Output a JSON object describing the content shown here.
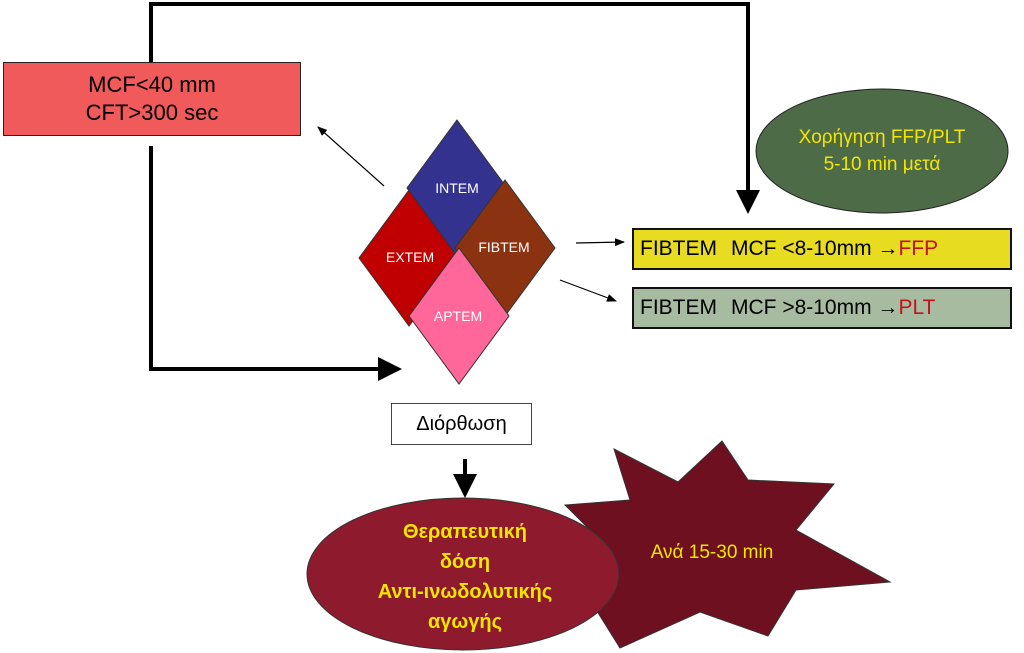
{
  "top_left_box": {
    "line1": "MCF<40 mm",
    "line2": "CFT>300 sec"
  },
  "diamonds": {
    "intem": "INTEM",
    "extem": "EXTEM",
    "fibtem": "FIBTEM",
    "aptem": "APTEM"
  },
  "administration_ellipse": {
    "line1": "Χορήγηση FFP/PLT",
    "line2": "5-10 min μετά"
  },
  "fibtem_ffp": {
    "prefix": "FIBTEM",
    "condition": "MCF <8-10mm →",
    "result": "FFP"
  },
  "fibtem_plt": {
    "prefix": "FIBTEM",
    "condition": "MCF >8-10mm →",
    "result": "PLT"
  },
  "correction": "Διόρθωση",
  "therapy_ellipse": {
    "line1": "Θεραπευτική",
    "line2": "δόση",
    "line3": "Αντι-ινωδολυτικής",
    "line4": "αγωγής"
  },
  "star_text": "Ανά 15-30 min",
  "colors": {
    "red_box": "#f05a5a",
    "intem": "#33338f",
    "extem": "#c00000",
    "fibtem": "#8b3210",
    "aptem": "#ff6699",
    "admin_ellipse": "#4e6b48",
    "yellow_text": "#f2e600",
    "fibtem_ffp_bg": "#e8dc20",
    "fibtem_plt_bg": "#a7bba0",
    "therapy_ellipse": "#8e1a2e",
    "star": "#6e1020",
    "result_red": "#c3121b"
  }
}
